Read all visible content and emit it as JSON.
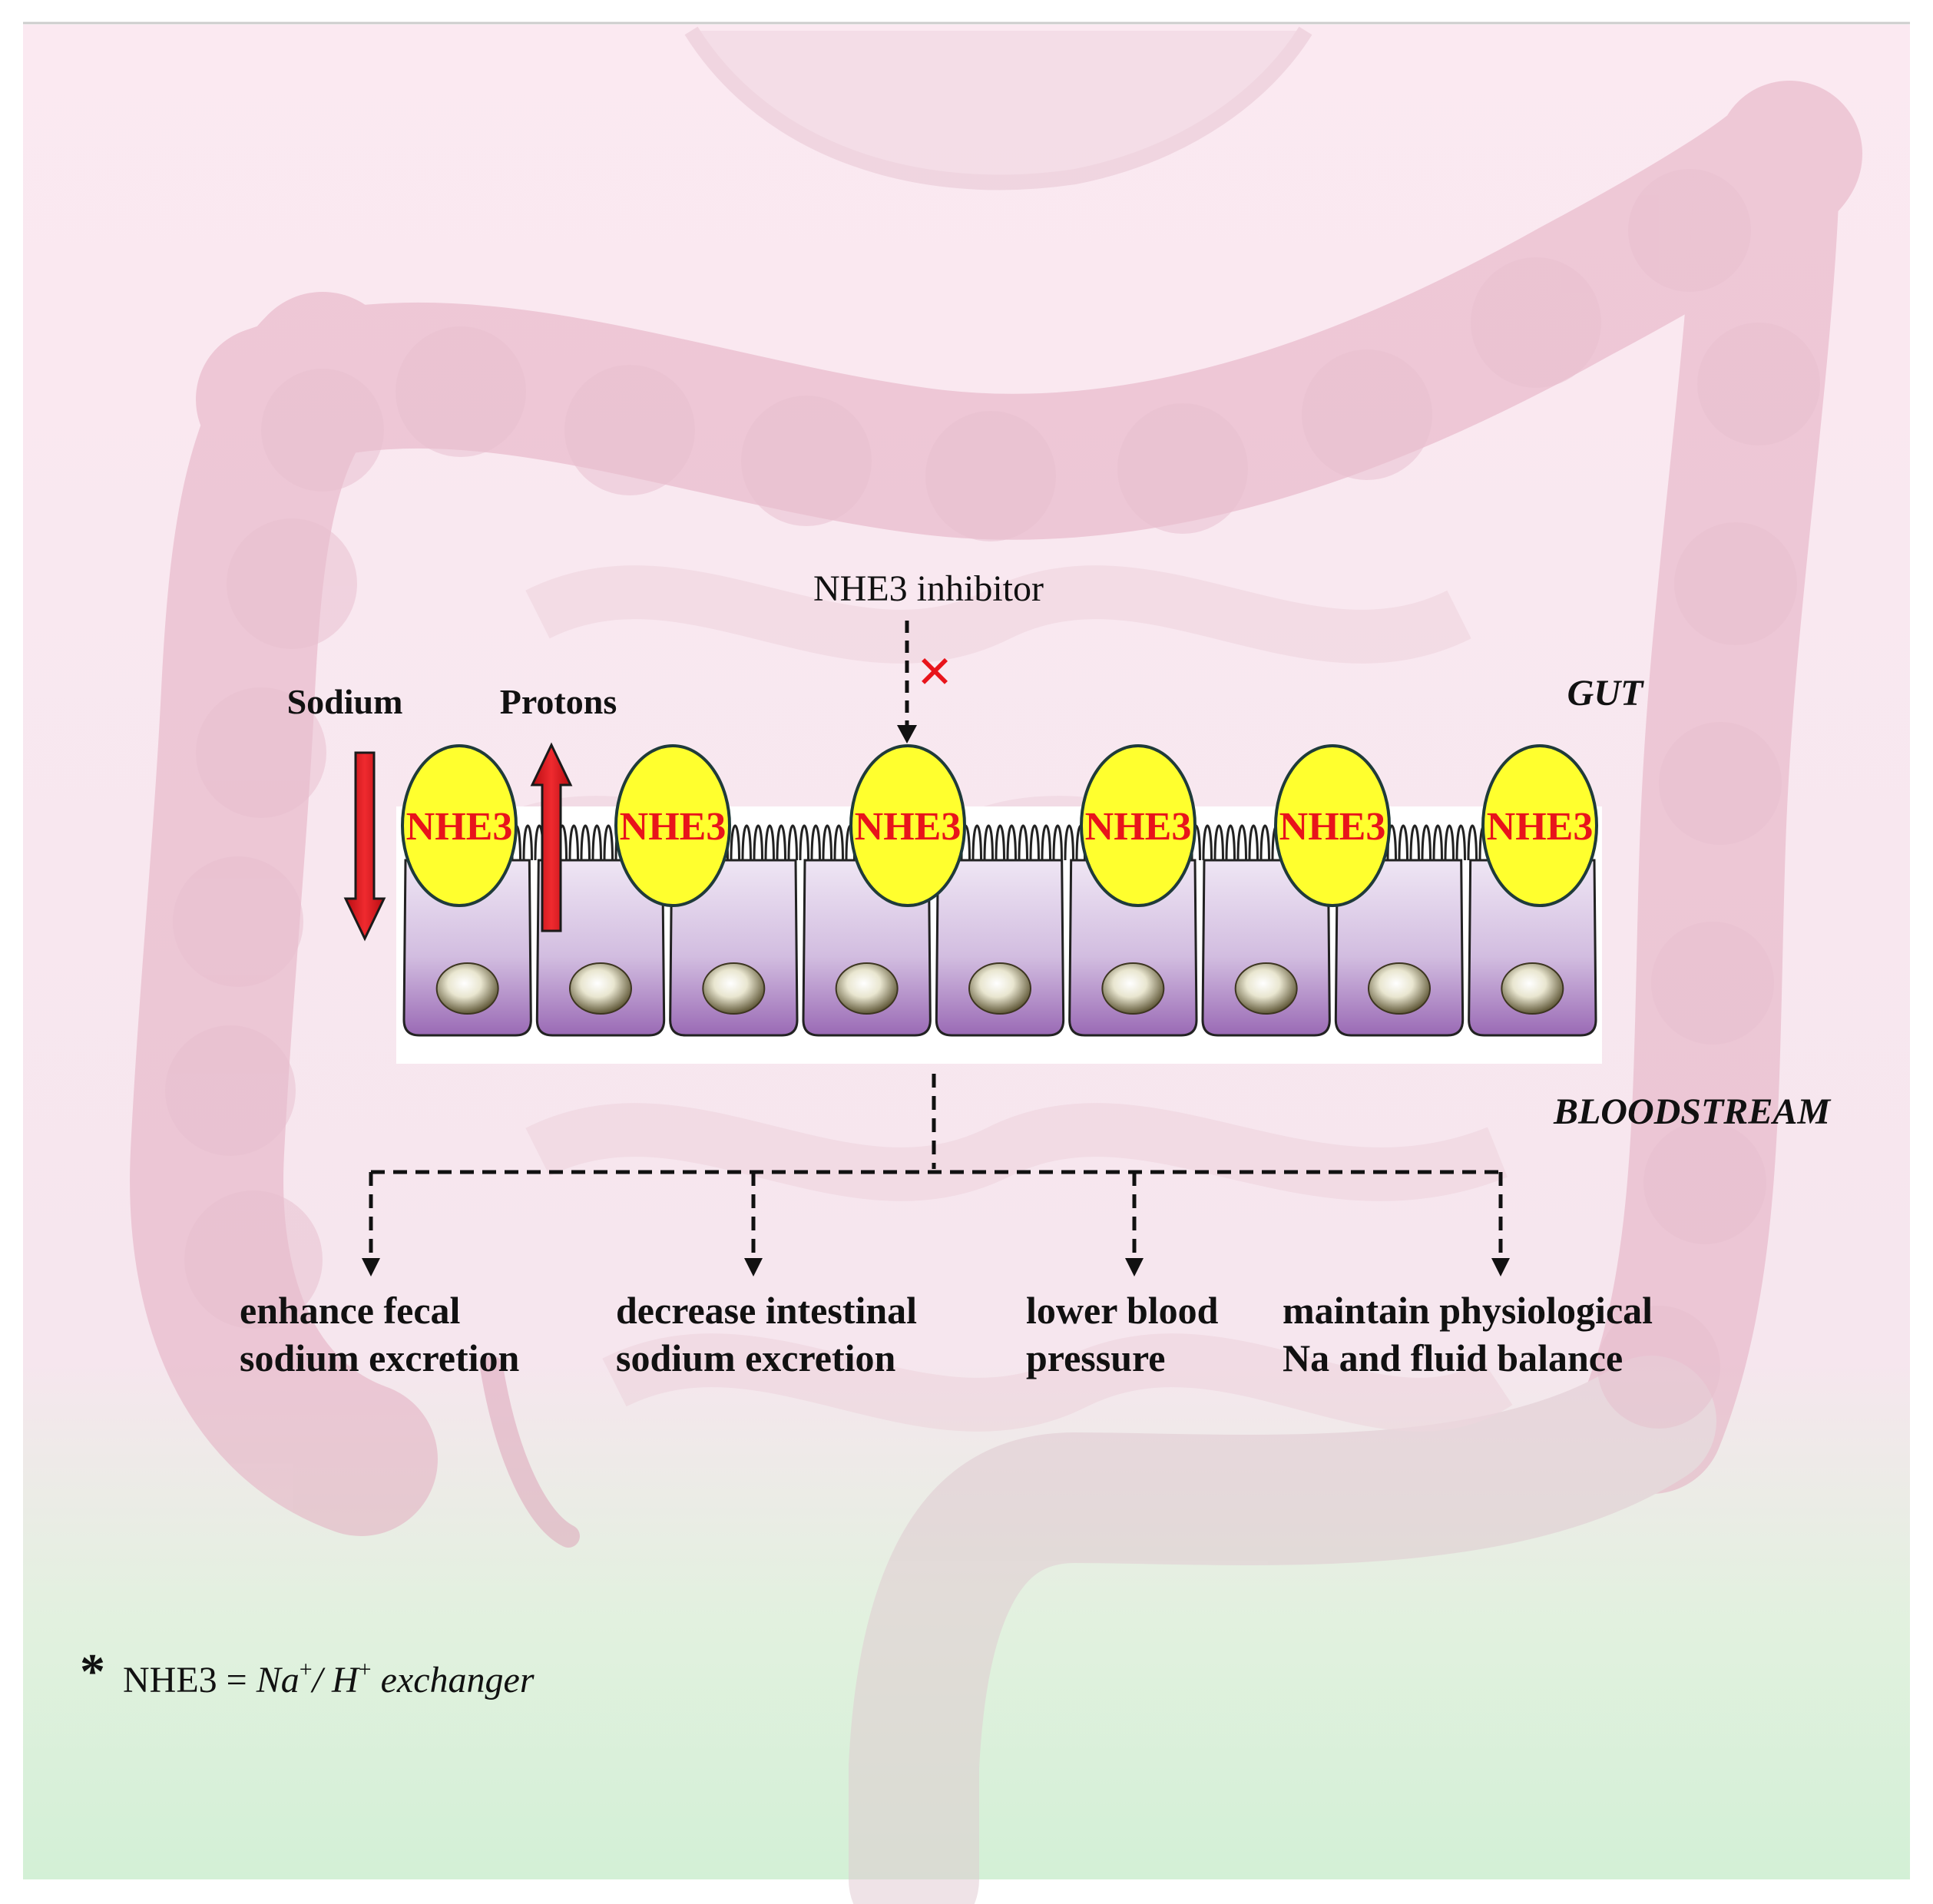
{
  "inhibitor_label": "NHE3 inhibitor",
  "block_mark": "✕",
  "sodium_label": "Sodium",
  "protons_label": "Protons",
  "gut_label": "GUT",
  "bloodstream_label": "BLOODSTREAM",
  "nhe3_label": "NHE3",
  "transporter_count": 6,
  "cell_count": 9,
  "effects": [
    {
      "line1": "enhance fecal",
      "line2": "sodium excretion"
    },
    {
      "line1": "decrease intestinal",
      "line2": "sodium excretion"
    },
    {
      "line1": "lower blood",
      "line2": "pressure"
    },
    {
      "line1": "maintain physiological",
      "line2": "Na and fluid balance"
    }
  ],
  "footnote": {
    "star": "*",
    "term": "NHE3 = ",
    "na": "Na",
    "sup1": "+",
    "slash": "/ ",
    "h": "H",
    "sup2": "+",
    "rest": " exchanger"
  },
  "colors": {
    "transporter_fill": "#ffff2e",
    "transporter_text": "#e8141b",
    "arrow_fill": "#e8141b",
    "cell_top": "#e7dcef",
    "cell_bottom": "#9a6ab5",
    "background_top": "#fbe9f1",
    "background_bottom": "#d3f0d6",
    "intestine": "#e9b7c9"
  },
  "icons": [
    "intestine-illustration",
    "down-arrow-icon",
    "up-arrow-icon",
    "block-x-icon",
    "nucleus-icon"
  ]
}
